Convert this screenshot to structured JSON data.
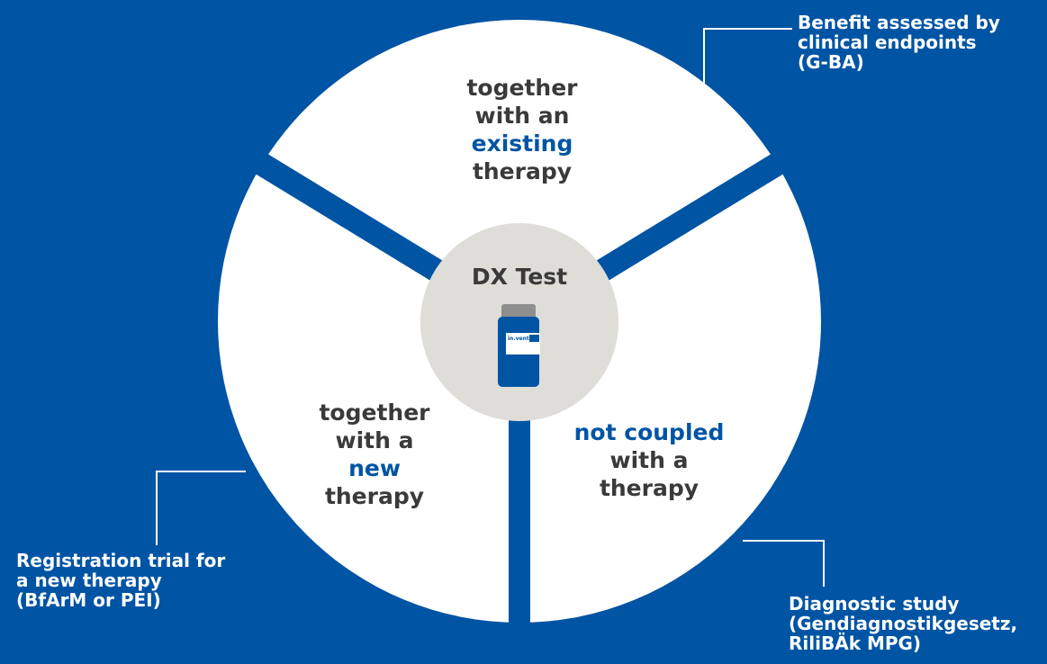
{
  "colors": {
    "background": "#0054a4",
    "wheel": "#ffffff",
    "hub": "#deddd8",
    "highlight": "#0054a4",
    "text": "#3a3a3a"
  },
  "center": {
    "title": "DX Test",
    "vial_label": "in.vent"
  },
  "segments": [
    {
      "id": "existing",
      "lines": [
        "together",
        "with an"
      ],
      "highlight": "existing",
      "after": "therapy"
    },
    {
      "id": "new",
      "lines": [
        "together",
        "with a"
      ],
      "highlight": "new",
      "after": "therapy"
    },
    {
      "id": "not-coupled",
      "highlight": "not coupled",
      "lines": [
        "with a",
        "therapy"
      ]
    }
  ],
  "annotations": {
    "top_right": [
      "Benefit assessed by",
      "clinical endpoints",
      "(G-BA)"
    ],
    "bottom_left": [
      "Registration trial for",
      "a new therapy",
      "(BfArM or PEI)"
    ],
    "bottom_right": [
      "Diagnostic study",
      "(Gendiagnostikgesetz,",
      "RiliBÄk MPG)"
    ]
  }
}
